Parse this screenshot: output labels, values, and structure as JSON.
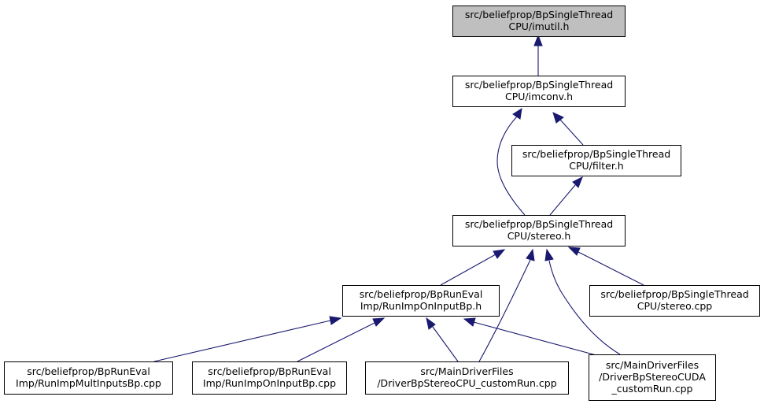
{
  "colors": {
    "edge": "#191970",
    "highlight_fill": "#bfbfbf",
    "node_fill": "#ffffff",
    "border": "#000000"
  },
  "nodes": [
    {
      "id": "imutil_h",
      "lines": [
        "src/beliefprop/BpSingleThread",
        "CPU/imutil.h"
      ],
      "highlighted": true
    },
    {
      "id": "imconv_h",
      "lines": [
        "src/beliefprop/BpSingleThread",
        "CPU/imconv.h"
      ]
    },
    {
      "id": "filter_h",
      "lines": [
        "src/beliefprop/BpSingleThread",
        "CPU/filter.h"
      ]
    },
    {
      "id": "stereo_h",
      "lines": [
        "src/beliefprop/BpSingleThread",
        "CPU/stereo.h"
      ]
    },
    {
      "id": "runimponinputbp_h",
      "lines": [
        "src/beliefprop/BpRunEval",
        "Imp/RunImpOnInputBp.h"
      ]
    },
    {
      "id": "stereo_cpp",
      "lines": [
        "src/beliefprop/BpSingleThread",
        "CPU/stereo.cpp"
      ]
    },
    {
      "id": "runimpmultinputsbp_cpp",
      "lines": [
        "src/beliefprop/BpRunEval",
        "Imp/RunImpMultInputsBp.cpp"
      ]
    },
    {
      "id": "runimponinputbp_cpp",
      "lines": [
        "src/beliefprop/BpRunEval",
        "Imp/RunImpOnInputBp.cpp"
      ]
    },
    {
      "id": "driverbpstereocpu_cpp",
      "lines": [
        "src/MainDriverFiles",
        "/DriverBpStereoCPU_customRun.cpp"
      ]
    },
    {
      "id": "driverbpstereocuda_cpp",
      "lines": [
        "src/MainDriverFiles",
        "/DriverBpStereoCUDA",
        "_customRun.cpp"
      ]
    }
  ],
  "edges": [
    {
      "from": "imconv_h",
      "to": "imutil_h"
    },
    {
      "from": "filter_h",
      "to": "imconv_h"
    },
    {
      "from": "stereo_h",
      "to": "imconv_h"
    },
    {
      "from": "stereo_h",
      "to": "filter_h"
    },
    {
      "from": "runimponinputbp_h",
      "to": "stereo_h"
    },
    {
      "from": "driverbpstereocpu_cpp",
      "to": "stereo_h"
    },
    {
      "from": "driverbpstereocuda_cpp",
      "to": "stereo_h"
    },
    {
      "from": "stereo_cpp",
      "to": "stereo_h"
    },
    {
      "from": "runimpmultinputsbp_cpp",
      "to": "runimponinputbp_h"
    },
    {
      "from": "runimponinputbp_cpp",
      "to": "runimponinputbp_h"
    },
    {
      "from": "driverbpstereocpu_cpp",
      "to": "runimponinputbp_h"
    },
    {
      "from": "driverbpstereocuda_cpp",
      "to": "runimponinputbp_h"
    }
  ]
}
